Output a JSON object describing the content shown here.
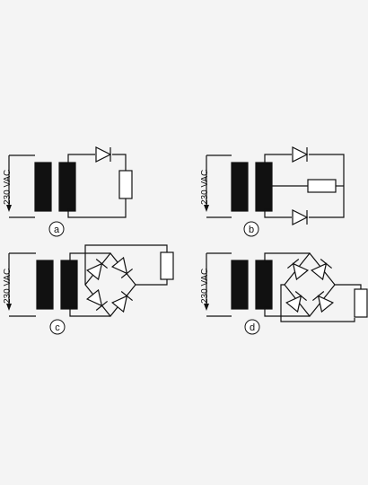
{
  "figure": {
    "voltage_label": "230 VAC",
    "panels": [
      {
        "id": "a",
        "label": "a",
        "circuit": "half-wave rectifier"
      },
      {
        "id": "b",
        "label": "b",
        "circuit": "full-wave center-tap rectifier"
      },
      {
        "id": "c",
        "label": "c",
        "circuit": "bridge rectifier, load at right"
      },
      {
        "id": "d",
        "label": "d",
        "circuit": "bridge rectifier, load below"
      }
    ]
  },
  "colors": {
    "background": "#f4f4f4",
    "stroke": "#111111",
    "core": "#111111"
  }
}
